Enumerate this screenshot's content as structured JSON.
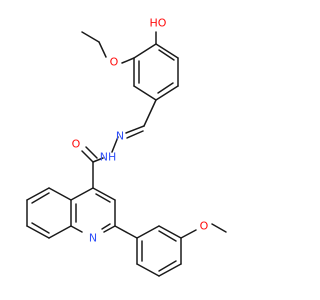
{
  "colors": {
    "bond": "#1a1a1a",
    "oxygen": "#ff0d0d",
    "nitrogen": "#3050f8",
    "background": "#ffffff"
  },
  "labels": {
    "hydroxyl": "HO",
    "ether_oxygen": "O",
    "carbonyl_oxygen": "O",
    "hydrazide_nh": "NH",
    "imine_n": "N",
    "quinoline_n": "N",
    "methoxy_oxygen": "O"
  }
}
